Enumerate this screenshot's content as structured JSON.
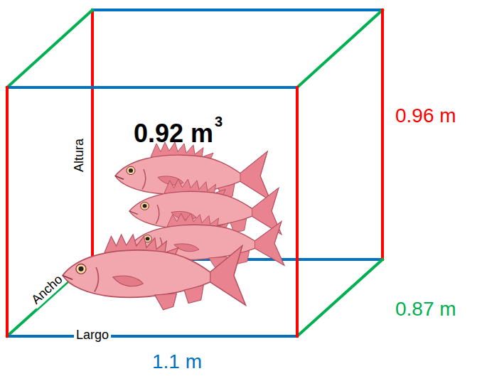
{
  "diagram": {
    "labels": [
      "0.92 m",
      "3",
      "Altura",
      "Ancho",
      "Largo",
      "0.96 m",
      "0.87 m",
      "1.1 m"
    ]
  }
}
